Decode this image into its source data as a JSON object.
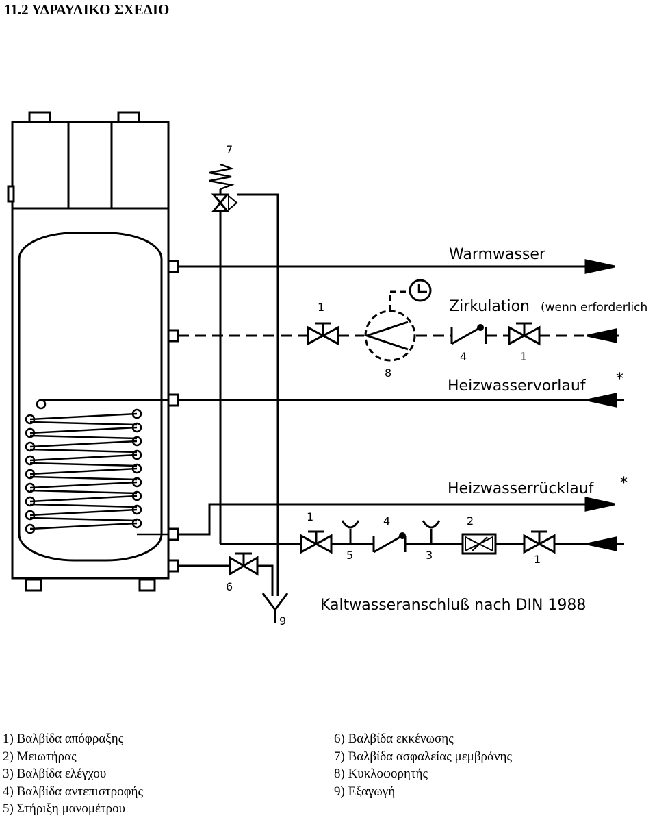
{
  "heading": "11.2 ΥΔΡΑΥΛΙΚΟ ΣΧΕΔΙΟ",
  "diagram": {
    "lines": {
      "warm": "Warmwasser",
      "zirk": "Zirkulation",
      "zirk_note": "(wenn erforderlich",
      "vorlauf": "Heizwasservorlauf",
      "ruecklauf": "Heizwasserrücklauf",
      "kalt": "Kaltwasseranschluß nach DIN 1988",
      "asterisk": "*"
    },
    "numbers": {
      "n1": "1",
      "n2": "2",
      "n3": "3",
      "n4": "4",
      "n5": "5",
      "n6": "6",
      "n7": "7",
      "n8": "8",
      "n9": "9"
    }
  },
  "legend": {
    "left": [
      "1) Βαλβίδα απόφραξης",
      "2) Μειωτήρας",
      "3) Βαλβίδα ελέγχου",
      "4) Βαλβίδα αντεπιστροφής",
      "5) Στήριξη μανομέτρου"
    ],
    "right": [
      "6) Βαλβίδα εκκένωσης",
      "7) Βαλβίδα ασφαλείας μεμβράνης",
      "8) Κυκλοφορητής",
      "9) Εξαγωγή"
    ]
  }
}
